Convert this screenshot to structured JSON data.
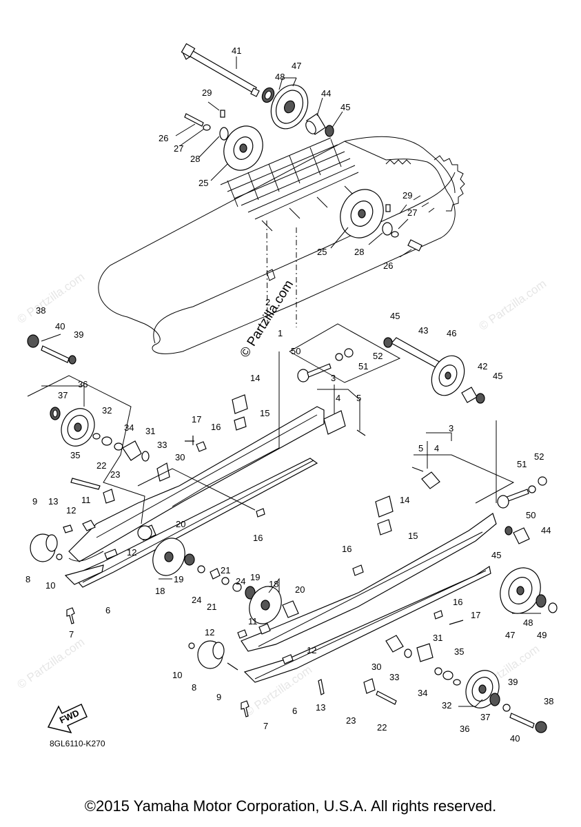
{
  "diagram_code": "8GL6110-K270",
  "copyright": "©2015 Yamaha Motor Corporation, U.S.A. All rights reserved.",
  "partzilla_mark": "© Partzilla.com",
  "watermark_text": "© Partzilla.com",
  "fwd_label": "FWD",
  "callouts": [
    {
      "id": "41",
      "text": "41"
    },
    {
      "id": "47a",
      "text": "47"
    },
    {
      "id": "48a",
      "text": "48"
    },
    {
      "id": "44a",
      "text": "44"
    },
    {
      "id": "45a",
      "text": "45"
    },
    {
      "id": "29a",
      "text": "29"
    },
    {
      "id": "26a",
      "text": "26"
    },
    {
      "id": "27a",
      "text": "27"
    },
    {
      "id": "28a",
      "text": "28"
    },
    {
      "id": "25a",
      "text": "25"
    },
    {
      "id": "29b",
      "text": "29"
    },
    {
      "id": "27b",
      "text": "27"
    },
    {
      "id": "25b",
      "text": "25"
    },
    {
      "id": "28b",
      "text": "28"
    },
    {
      "id": "26b",
      "text": "26"
    },
    {
      "id": "2",
      "text": "2"
    },
    {
      "id": "1",
      "text": "1"
    },
    {
      "id": "38a",
      "text": "38"
    },
    {
      "id": "40a",
      "text": "40"
    },
    {
      "id": "39a",
      "text": "39"
    },
    {
      "id": "36a",
      "text": "36"
    },
    {
      "id": "37a",
      "text": "37"
    },
    {
      "id": "32a",
      "text": "32"
    },
    {
      "id": "34a",
      "text": "34"
    },
    {
      "id": "31a",
      "text": "31"
    },
    {
      "id": "35a",
      "text": "35"
    },
    {
      "id": "33a",
      "text": "33"
    },
    {
      "id": "30a",
      "text": "30"
    },
    {
      "id": "17a",
      "text": "17"
    },
    {
      "id": "16a",
      "text": "16"
    },
    {
      "id": "14a",
      "text": "14"
    },
    {
      "id": "15a",
      "text": "15"
    },
    {
      "id": "16b",
      "text": "16"
    },
    {
      "id": "22a",
      "text": "22"
    },
    {
      "id": "23a",
      "text": "23"
    },
    {
      "id": "9a",
      "text": "9"
    },
    {
      "id": "13a",
      "text": "13"
    },
    {
      "id": "11a",
      "text": "11"
    },
    {
      "id": "12a",
      "text": "12"
    },
    {
      "id": "20a",
      "text": "20"
    },
    {
      "id": "12b",
      "text": "12"
    },
    {
      "id": "8a",
      "text": "8"
    },
    {
      "id": "10a",
      "text": "10"
    },
    {
      "id": "6a",
      "text": "6"
    },
    {
      "id": "7a",
      "text": "7"
    },
    {
      "id": "19a",
      "text": "19"
    },
    {
      "id": "18a",
      "text": "18"
    },
    {
      "id": "21a",
      "text": "21"
    },
    {
      "id": "24a",
      "text": "24"
    },
    {
      "id": "18b",
      "text": "18"
    },
    {
      "id": "19b",
      "text": "19"
    },
    {
      "id": "24b",
      "text": "24"
    },
    {
      "id": "21b",
      "text": "21"
    },
    {
      "id": "20b",
      "text": "20"
    },
    {
      "id": "11b",
      "text": "11"
    },
    {
      "id": "12c",
      "text": "12"
    },
    {
      "id": "12d",
      "text": "12"
    },
    {
      "id": "10b",
      "text": "10"
    },
    {
      "id": "8b",
      "text": "8"
    },
    {
      "id": "9b",
      "text": "9"
    },
    {
      "id": "6b",
      "text": "6"
    },
    {
      "id": "13b",
      "text": "13"
    },
    {
      "id": "7b",
      "text": "7"
    },
    {
      "id": "23b",
      "text": "23"
    },
    {
      "id": "22b",
      "text": "22"
    },
    {
      "id": "45b",
      "text": "45"
    },
    {
      "id": "43",
      "text": "43"
    },
    {
      "id": "46",
      "text": "46"
    },
    {
      "id": "50a",
      "text": "50"
    },
    {
      "id": "52a",
      "text": "52"
    },
    {
      "id": "51a",
      "text": "51"
    },
    {
      "id": "3a",
      "text": "3"
    },
    {
      "id": "4a",
      "text": "4"
    },
    {
      "id": "5a",
      "text": "5"
    },
    {
      "id": "42",
      "text": "42"
    },
    {
      "id": "45c",
      "text": "45"
    },
    {
      "id": "3b",
      "text": "3"
    },
    {
      "id": "5b",
      "text": "5"
    },
    {
      "id": "4b",
      "text": "4"
    },
    {
      "id": "51b",
      "text": "51"
    },
    {
      "id": "52b",
      "text": "52"
    },
    {
      "id": "50b",
      "text": "50"
    },
    {
      "id": "14b",
      "text": "14"
    },
    {
      "id": "15b",
      "text": "15"
    },
    {
      "id": "16c",
      "text": "16"
    },
    {
      "id": "44b",
      "text": "44"
    },
    {
      "id": "45d",
      "text": "45"
    },
    {
      "id": "16d",
      "text": "16"
    },
    {
      "id": "17b",
      "text": "17"
    },
    {
      "id": "47b",
      "text": "47"
    },
    {
      "id": "48b",
      "text": "48"
    },
    {
      "id": "49",
      "text": "49"
    },
    {
      "id": "31b",
      "text": "31"
    },
    {
      "id": "35b",
      "text": "35"
    },
    {
      "id": "30b",
      "text": "30"
    },
    {
      "id": "33b",
      "text": "33"
    },
    {
      "id": "34b",
      "text": "34"
    },
    {
      "id": "32b",
      "text": "32"
    },
    {
      "id": "39b",
      "text": "39"
    },
    {
      "id": "38b",
      "text": "38"
    },
    {
      "id": "37b",
      "text": "37"
    },
    {
      "id": "36b",
      "text": "36"
    },
    {
      "id": "40b",
      "text": "40"
    }
  ]
}
